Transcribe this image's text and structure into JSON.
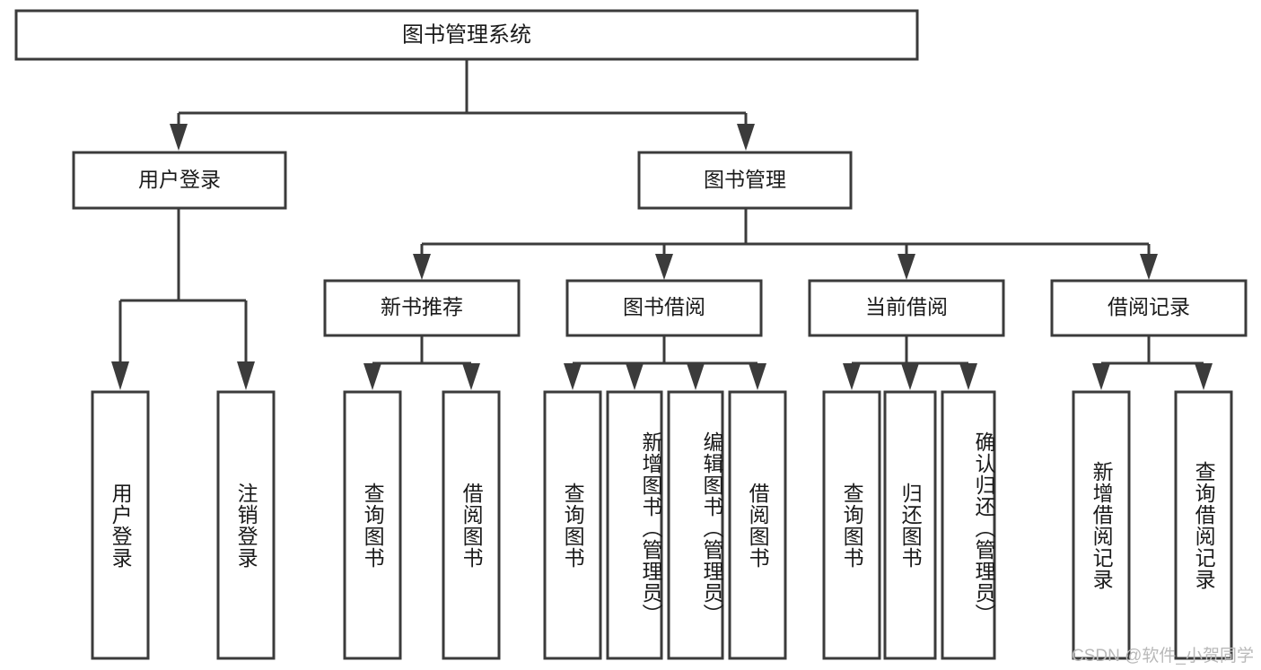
{
  "diagram": {
    "type": "tree",
    "title": "图书管理系统",
    "watermark": "CSDN @软件_小贺同学",
    "colors": {
      "stroke": "#3b3b3b",
      "fill": "#ffffff",
      "text": "#1a1a1a",
      "watermark": "#b9b9b9"
    },
    "nodes": {
      "root": {
        "label": "图书管理系统",
        "level": 1
      },
      "l2": [
        {
          "id": "user-login",
          "label": "用户登录"
        },
        {
          "id": "book-manage",
          "label": "图书管理"
        }
      ],
      "l3": [
        {
          "id": "new-book-recommend",
          "label": "新书推荐"
        },
        {
          "id": "book-borrow",
          "label": "图书借阅"
        },
        {
          "id": "current-borrow",
          "label": "当前借阅"
        },
        {
          "id": "borrow-record",
          "label": "借阅记录"
        }
      ],
      "leaves": {
        "user_login": [
          {
            "id": "leaf-user-login",
            "label": "用户登录"
          },
          {
            "id": "leaf-logout-login",
            "label": "注销登录"
          }
        ],
        "new_book_recommend": [
          {
            "id": "leaf-query-book-1",
            "label": "查询图书"
          },
          {
            "id": "leaf-borrow-book-1",
            "label": "借阅图书"
          }
        ],
        "book_borrow": [
          {
            "id": "leaf-query-book-2",
            "label": "查询图书"
          },
          {
            "id": "leaf-add-book",
            "label": "新增图书（管理员）"
          },
          {
            "id": "leaf-edit-book",
            "label": "编辑图书（管理员）"
          },
          {
            "id": "leaf-borrow-book-2",
            "label": "借阅图书"
          }
        ],
        "current_borrow": [
          {
            "id": "leaf-query-book-3",
            "label": "查询图书"
          },
          {
            "id": "leaf-return-book",
            "label": "归还图书"
          },
          {
            "id": "leaf-confirm-return",
            "label": "确认归还（管理员）"
          }
        ],
        "borrow_record": [
          {
            "id": "leaf-add-record",
            "label": "新增借阅记录"
          },
          {
            "id": "leaf-query-record",
            "label": "查询借阅记录"
          }
        ]
      }
    }
  }
}
